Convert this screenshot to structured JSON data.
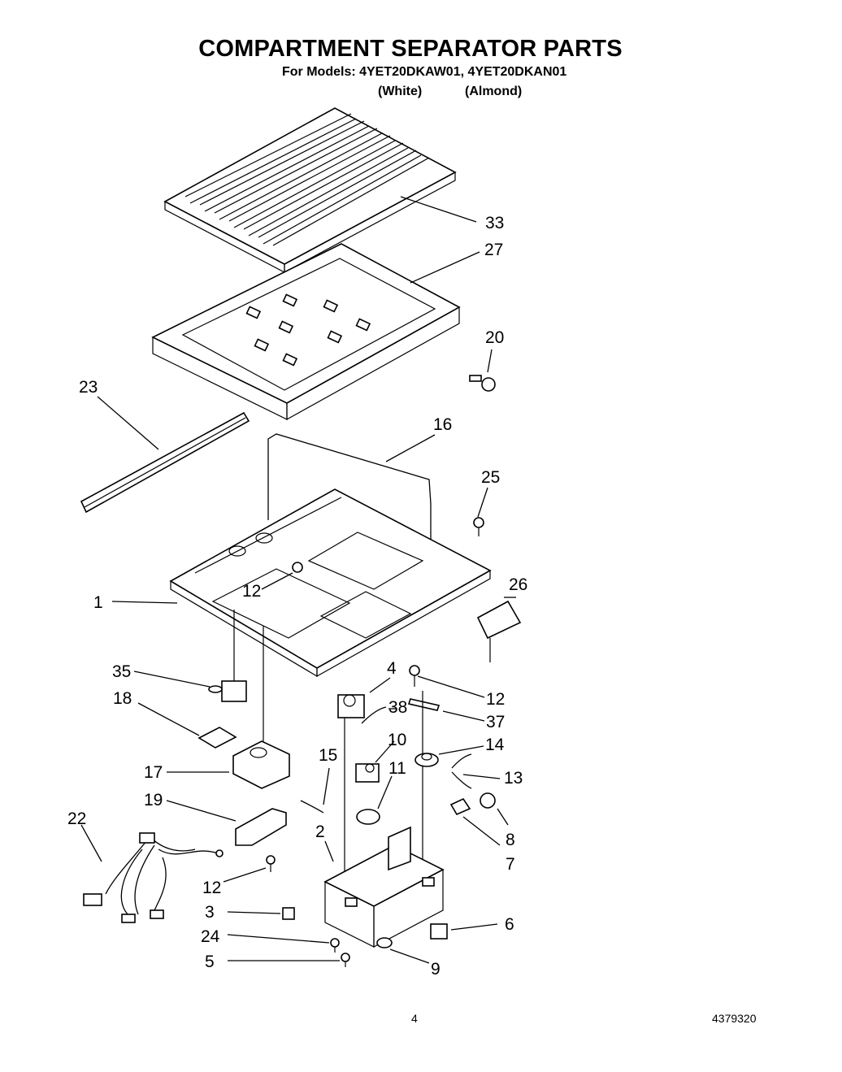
{
  "header": {
    "title": "COMPARTMENT SEPARATOR PARTS",
    "models_line": "For Models: 4YET20DKAW01, 4YET20DKAN01",
    "variant_white": "(White)",
    "variant_almond": "(Almond)"
  },
  "callouts": [
    {
      "id": "c33",
      "label": "33"
    },
    {
      "id": "c27",
      "label": "27"
    },
    {
      "id": "c20",
      "label": "20"
    },
    {
      "id": "c23",
      "label": "23"
    },
    {
      "id": "c16",
      "label": "16"
    },
    {
      "id": "c25",
      "label": "25"
    },
    {
      "id": "c26",
      "label": "26"
    },
    {
      "id": "c1",
      "label": "1"
    },
    {
      "id": "c12a",
      "label": "12"
    },
    {
      "id": "c35",
      "label": "35"
    },
    {
      "id": "c4",
      "label": "4"
    },
    {
      "id": "c12b",
      "label": "12"
    },
    {
      "id": "c18",
      "label": "18"
    },
    {
      "id": "c38",
      "label": "38"
    },
    {
      "id": "c37",
      "label": "37"
    },
    {
      "id": "c10",
      "label": "10"
    },
    {
      "id": "c14",
      "label": "14"
    },
    {
      "id": "c17",
      "label": "17"
    },
    {
      "id": "c15",
      "label": "15"
    },
    {
      "id": "c11",
      "label": "11"
    },
    {
      "id": "c13",
      "label": "13"
    },
    {
      "id": "c19",
      "label": "19"
    },
    {
      "id": "c22",
      "label": "22"
    },
    {
      "id": "c8",
      "label": "8"
    },
    {
      "id": "c2",
      "label": "2"
    },
    {
      "id": "c7",
      "label": "7"
    },
    {
      "id": "c12c",
      "label": "12"
    },
    {
      "id": "c3",
      "label": "3"
    },
    {
      "id": "c6",
      "label": "6"
    },
    {
      "id": "c24",
      "label": "24"
    },
    {
      "id": "c5",
      "label": "5"
    },
    {
      "id": "c9",
      "label": "9"
    }
  ],
  "footer": {
    "page_number": "4",
    "document_number": "4379320"
  }
}
